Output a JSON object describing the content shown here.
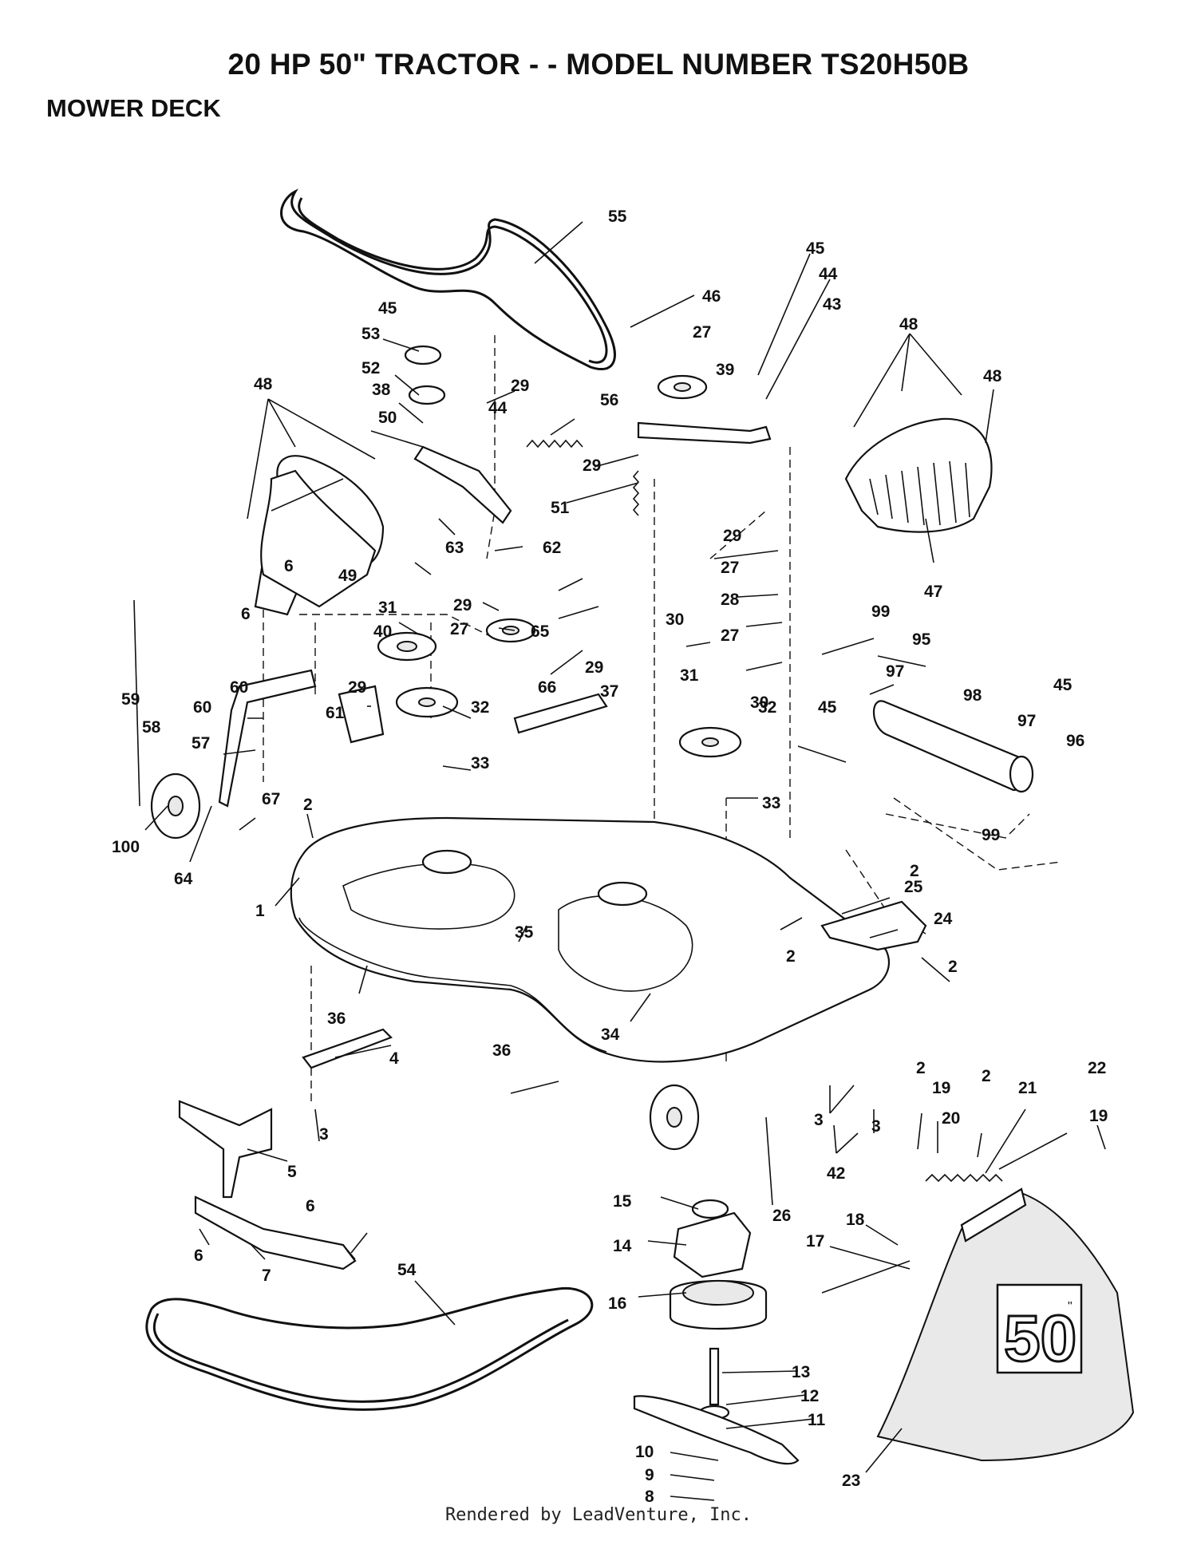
{
  "header": {
    "title": "20 HP 50\" TRACTOR - - MODEL NUMBER TS20H50B",
    "section": "MOWER DECK"
  },
  "footer": {
    "credit": "Rendered by LeadVenture, Inc."
  },
  "badge": {
    "label": "50",
    "suffix": "\""
  },
  "callouts": [
    {
      "id": "c1",
      "label": "1"
    },
    {
      "id": "c2a",
      "label": "2"
    },
    {
      "id": "c2b",
      "label": "2"
    },
    {
      "id": "c2c",
      "label": "2"
    },
    {
      "id": "c2d",
      "label": "2"
    },
    {
      "id": "c2e",
      "label": "2"
    },
    {
      "id": "c2f",
      "label": "2"
    },
    {
      "id": "c3a",
      "label": "3"
    },
    {
      "id": "c3b",
      "label": "3"
    },
    {
      "id": "c3c",
      "label": "3"
    },
    {
      "id": "c4",
      "label": "4"
    },
    {
      "id": "c5",
      "label": "5"
    },
    {
      "id": "c6a",
      "label": "6"
    },
    {
      "id": "c6b",
      "label": "6"
    },
    {
      "id": "c6c",
      "label": "6"
    },
    {
      "id": "c6d",
      "label": "6"
    },
    {
      "id": "c7",
      "label": "7"
    },
    {
      "id": "c8",
      "label": "8"
    },
    {
      "id": "c9",
      "label": "9"
    },
    {
      "id": "c10",
      "label": "10"
    },
    {
      "id": "c11",
      "label": "11"
    },
    {
      "id": "c12",
      "label": "12"
    },
    {
      "id": "c13",
      "label": "13"
    },
    {
      "id": "c14",
      "label": "14"
    },
    {
      "id": "c15",
      "label": "15"
    },
    {
      "id": "c16",
      "label": "16"
    },
    {
      "id": "c17",
      "label": "17"
    },
    {
      "id": "c18",
      "label": "18"
    },
    {
      "id": "c19a",
      "label": "19"
    },
    {
      "id": "c19b",
      "label": "19"
    },
    {
      "id": "c20",
      "label": "20"
    },
    {
      "id": "c21",
      "label": "21"
    },
    {
      "id": "c22",
      "label": "22"
    },
    {
      "id": "c23",
      "label": "23"
    },
    {
      "id": "c24",
      "label": "24"
    },
    {
      "id": "c25",
      "label": "25"
    },
    {
      "id": "c26",
      "label": "26"
    },
    {
      "id": "c27a",
      "label": "27"
    },
    {
      "id": "c27b",
      "label": "27"
    },
    {
      "id": "c27c",
      "label": "27"
    },
    {
      "id": "c27d",
      "label": "27"
    },
    {
      "id": "c28",
      "label": "28"
    },
    {
      "id": "c29a",
      "label": "29"
    },
    {
      "id": "c29b",
      "label": "29"
    },
    {
      "id": "c29c",
      "label": "29"
    },
    {
      "id": "c29d",
      "label": "29"
    },
    {
      "id": "c29e",
      "label": "29"
    },
    {
      "id": "c29f",
      "label": "29"
    },
    {
      "id": "c30a",
      "label": "30"
    },
    {
      "id": "c30b",
      "label": "30"
    },
    {
      "id": "c31a",
      "label": "31"
    },
    {
      "id": "c31b",
      "label": "31"
    },
    {
      "id": "c32a",
      "label": "32"
    },
    {
      "id": "c32b",
      "label": "32"
    },
    {
      "id": "c33a",
      "label": "33"
    },
    {
      "id": "c33b",
      "label": "33"
    },
    {
      "id": "c34",
      "label": "34"
    },
    {
      "id": "c35",
      "label": "35"
    },
    {
      "id": "c36a",
      "label": "36"
    },
    {
      "id": "c36b",
      "label": "36"
    },
    {
      "id": "c37",
      "label": "37"
    },
    {
      "id": "c38",
      "label": "38"
    },
    {
      "id": "c39",
      "label": "39"
    },
    {
      "id": "c40",
      "label": "40"
    },
    {
      "id": "c42",
      "label": "42"
    },
    {
      "id": "c43",
      "label": "43"
    },
    {
      "id": "c44a",
      "label": "44"
    },
    {
      "id": "c44b",
      "label": "44"
    },
    {
      "id": "c45a",
      "label": "45"
    },
    {
      "id": "c45b",
      "label": "45"
    },
    {
      "id": "c45c",
      "label": "45"
    },
    {
      "id": "c45d",
      "label": "45"
    },
    {
      "id": "c46",
      "label": "46"
    },
    {
      "id": "c47",
      "label": "47"
    },
    {
      "id": "c48a",
      "label": "48"
    },
    {
      "id": "c48b",
      "label": "48"
    },
    {
      "id": "c48c",
      "label": "48"
    },
    {
      "id": "c49",
      "label": "49"
    },
    {
      "id": "c50",
      "label": "50"
    },
    {
      "id": "c51",
      "label": "51"
    },
    {
      "id": "c52",
      "label": "52"
    },
    {
      "id": "c53",
      "label": "53"
    },
    {
      "id": "c54",
      "label": "54"
    },
    {
      "id": "c55",
      "label": "55"
    },
    {
      "id": "c56",
      "label": "56"
    },
    {
      "id": "c57",
      "label": "57"
    },
    {
      "id": "c58",
      "label": "58"
    },
    {
      "id": "c59",
      "label": "59"
    },
    {
      "id": "c60a",
      "label": "60"
    },
    {
      "id": "c60b",
      "label": "60"
    },
    {
      "id": "c61",
      "label": "61"
    },
    {
      "id": "c62",
      "label": "62"
    },
    {
      "id": "c63",
      "label": "63"
    },
    {
      "id": "c64",
      "label": "64"
    },
    {
      "id": "c65",
      "label": "65"
    },
    {
      "id": "c66",
      "label": "66"
    },
    {
      "id": "c67",
      "label": "67"
    },
    {
      "id": "c95",
      "label": "95"
    },
    {
      "id": "c96",
      "label": "96"
    },
    {
      "id": "c97a",
      "label": "97"
    },
    {
      "id": "c97b",
      "label": "97"
    },
    {
      "id": "c98",
      "label": "98"
    },
    {
      "id": "c99a",
      "label": "99"
    },
    {
      "id": "c99b",
      "label": "99"
    },
    {
      "id": "c100",
      "label": "100"
    }
  ]
}
